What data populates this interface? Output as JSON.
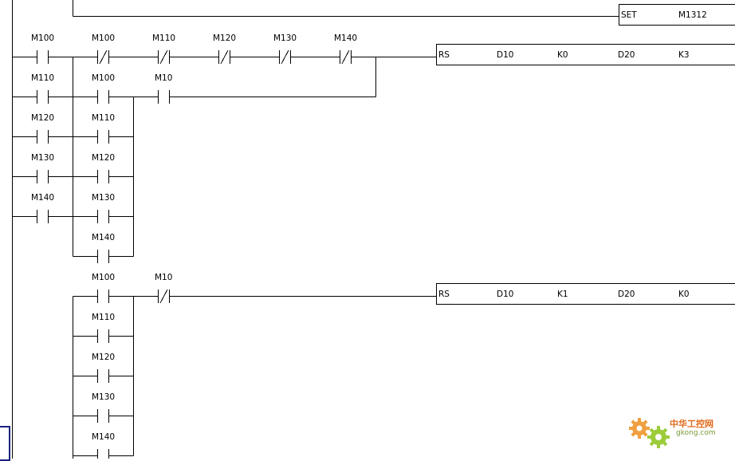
{
  "set_instruction": {
    "op": "SET",
    "operand": "M1312"
  },
  "rung1": {
    "top_row": [
      {
        "label": "M100",
        "type": "NO"
      },
      {
        "label": "M100",
        "type": "NC"
      },
      {
        "label": "M110",
        "type": "NC"
      },
      {
        "label": "M120",
        "type": "NC"
      },
      {
        "label": "M130",
        "type": "NC"
      },
      {
        "label": "M140",
        "type": "NC"
      }
    ],
    "left_parallel": [
      "M110",
      "M120",
      "M130",
      "M140"
    ],
    "middle_parallel": [
      "M110",
      "M120",
      "M130",
      "M140"
    ],
    "branch_contact_a": {
      "label": "M100",
      "type": "NO"
    },
    "branch_contact_b": {
      "label": "M10",
      "type": "NO"
    },
    "instruction": {
      "op": "RS",
      "operands": [
        "D10",
        "K0",
        "D20",
        "K3"
      ]
    }
  },
  "rung2": {
    "top_row": [
      {
        "label": "M100",
        "type": "NO"
      },
      {
        "label": "M10",
        "type": "NC"
      }
    ],
    "parallel": [
      "M110",
      "M120",
      "M130",
      "M140"
    ],
    "instruction": {
      "op": "RS",
      "operands": [
        "D10",
        "K1",
        "D20",
        "K0"
      ]
    }
  },
  "watermark": {
    "line1": "中华工控网",
    "line2": "gkong.com"
  }
}
